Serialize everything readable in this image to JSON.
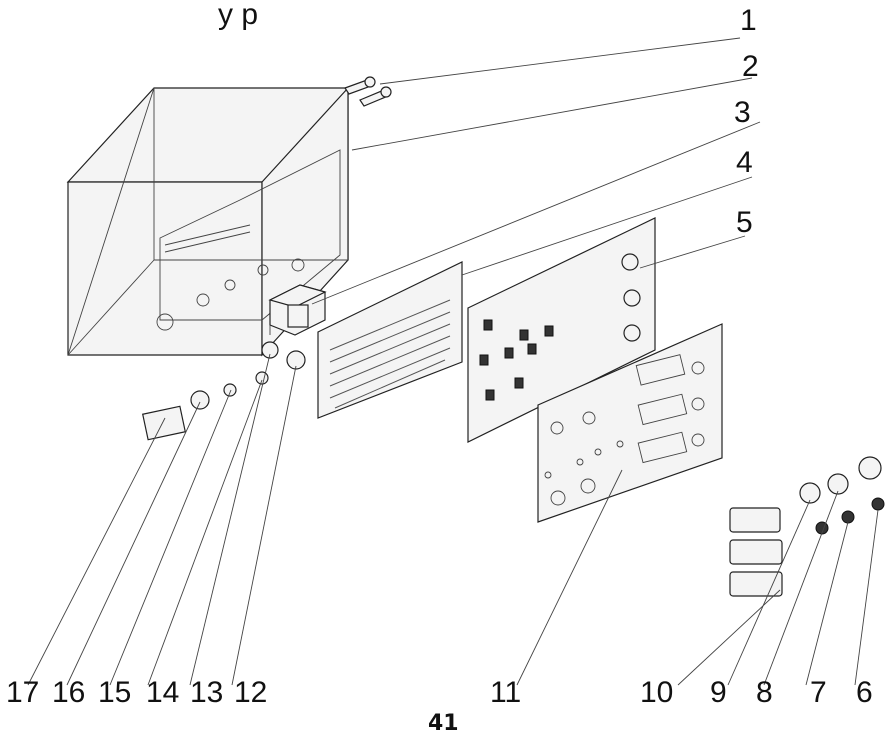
{
  "title_fragment": "y p",
  "page_number": "41",
  "callouts": [
    {
      "label": "1"
    },
    {
      "label": "2"
    },
    {
      "label": "3"
    },
    {
      "label": "4"
    },
    {
      "label": "5"
    },
    {
      "label": "6"
    },
    {
      "label": "7"
    },
    {
      "label": "8"
    },
    {
      "label": "9"
    },
    {
      "label": "10"
    },
    {
      "label": "11"
    },
    {
      "label": "12"
    },
    {
      "label": "13"
    },
    {
      "label": "14"
    },
    {
      "label": "15"
    },
    {
      "label": "16"
    },
    {
      "label": "17"
    }
  ]
}
